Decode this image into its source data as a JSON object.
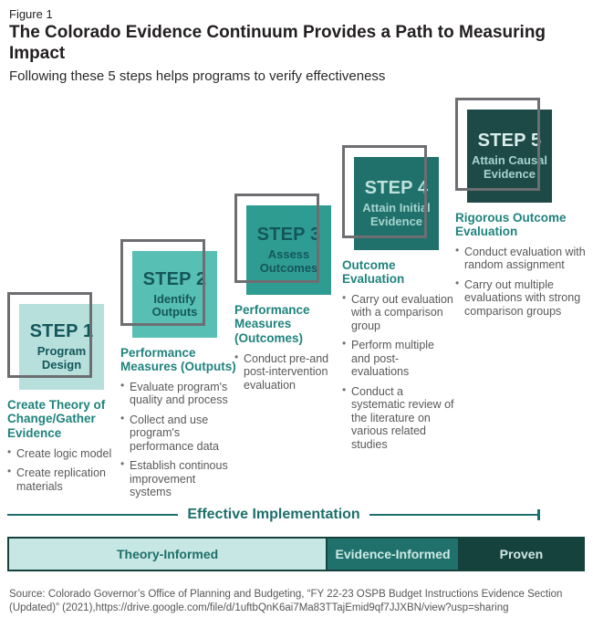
{
  "header": {
    "figure_label": "Figure 1",
    "title": "The Colorado Evidence Continuum Provides a Path to Measuring Impact",
    "subtitle": "Following these 5 steps helps programs to verify effectiveness"
  },
  "steps": [
    {
      "number": "STEP 1",
      "box_label": "Program Design",
      "heading": "Create Theory of Change/Gather Evidence",
      "bullets": [
        "Create logic model",
        "Create replication materials"
      ],
      "fill_color": "#b7e0dc",
      "number_color": "#14575b",
      "label_color": "#14575b"
    },
    {
      "number": "STEP 2",
      "box_label": "Identify Outputs",
      "heading": "Performance Measures (Outputs)",
      "bullets": [
        "Evaluate program's quality and process",
        "Collect and use program's performance data",
        "Establish continous improvement systems"
      ],
      "fill_color": "#57bfb4",
      "number_color": "#14575b",
      "label_color": "#14575b"
    },
    {
      "number": "STEP 3",
      "box_label": "Assess Outcomes",
      "heading": "Performance Measures (Outcomes)",
      "bullets": [
        "Conduct pre-and post-intervention evaluation"
      ],
      "fill_color": "#2f9c92",
      "number_color": "#14575b",
      "label_color": "#14575b"
    },
    {
      "number": "STEP 4",
      "box_label": "Attain Initial Evidence",
      "heading": "Outcome Evaluation",
      "bullets": [
        "Carry out evaluation with a comparison group",
        "Perform multiple and post-evaluations",
        "Conduct a systematic review of the literature on various related studies"
      ],
      "fill_color": "#20716b",
      "number_color": "#bfe2dd",
      "label_color": "#a6d3ce"
    },
    {
      "number": "STEP 5",
      "box_label": "Attain Causal Evidence",
      "heading": "Rigorous Outcome Evaluation",
      "bullets": [
        "Conduct evaluation with random assignment",
        "Carry out multiple evaluations with strong comparison groups"
      ],
      "fill_color": "#1d4a47",
      "number_color": "#d9eeeb",
      "label_color": "#a6d3ce"
    }
  ],
  "effective_implementation": {
    "label": "Effective Implementation"
  },
  "continuum_bar": {
    "segments": [
      {
        "label": "Theory-Informed",
        "bg": "#c7e7e4",
        "fg": "#1f6f6b",
        "width_pct": 55.2
      },
      {
        "label": "Evidence-Informed",
        "bg": "#20716b",
        "fg": "#cfeae6",
        "width_pct": 23.0
      },
      {
        "label": "Proven",
        "bg": "#16423e",
        "fg": "#cfeae6",
        "width_pct": 21.8
      }
    ]
  },
  "source": "Source: Colorado Governor’s Office of Planning and Budgeting, “FY 22-23 OSPB Budget Instructions Evidence Section (Updated)” (2021),https://drive.google.com/file/d/1uftbQnK6ai7Ma83TTajEmid9qf7JJXBN/view?usp=sharing",
  "colors": {
    "frame_gray": "#6d6e71",
    "heading_teal": "#1f837d",
    "axis_teal": "#1d6f6b",
    "bar_border": "#16423e",
    "bullet_gray": "#58595b",
    "title_ink": "#231f20"
  }
}
